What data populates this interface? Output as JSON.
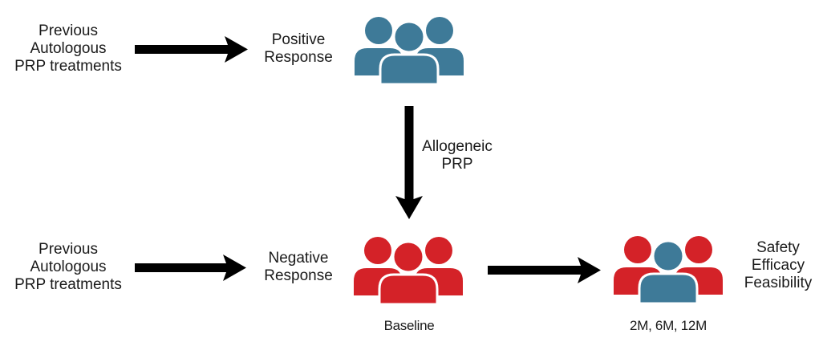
{
  "colors": {
    "positive": "#3e7a98",
    "negative": "#d42228",
    "arrow": "#000000",
    "text": "#1a1a1a"
  },
  "top_row": {
    "source_label": [
      "Previous",
      "Autologous",
      "PRP treatments"
    ],
    "outcome_label": [
      "Positive",
      "Response"
    ],
    "group_icon": "people-group-icon",
    "group_status": "positive"
  },
  "transition": {
    "label": [
      "Allogeneic",
      "PRP"
    ]
  },
  "bottom_row": {
    "source_label": [
      "Previous",
      "Autologous",
      "PRP treatments"
    ],
    "outcome_label": [
      "Negative",
      "Response"
    ],
    "baseline_group": {
      "icon": "people-group-icon",
      "status": "negative",
      "caption": "Baseline"
    },
    "followup_group": {
      "icon": "people-group-icon",
      "status": "mixed",
      "caption": "2M, 6M, 12M"
    },
    "endpoints": [
      "Safety",
      "Efficacy",
      "Feasibility"
    ]
  }
}
